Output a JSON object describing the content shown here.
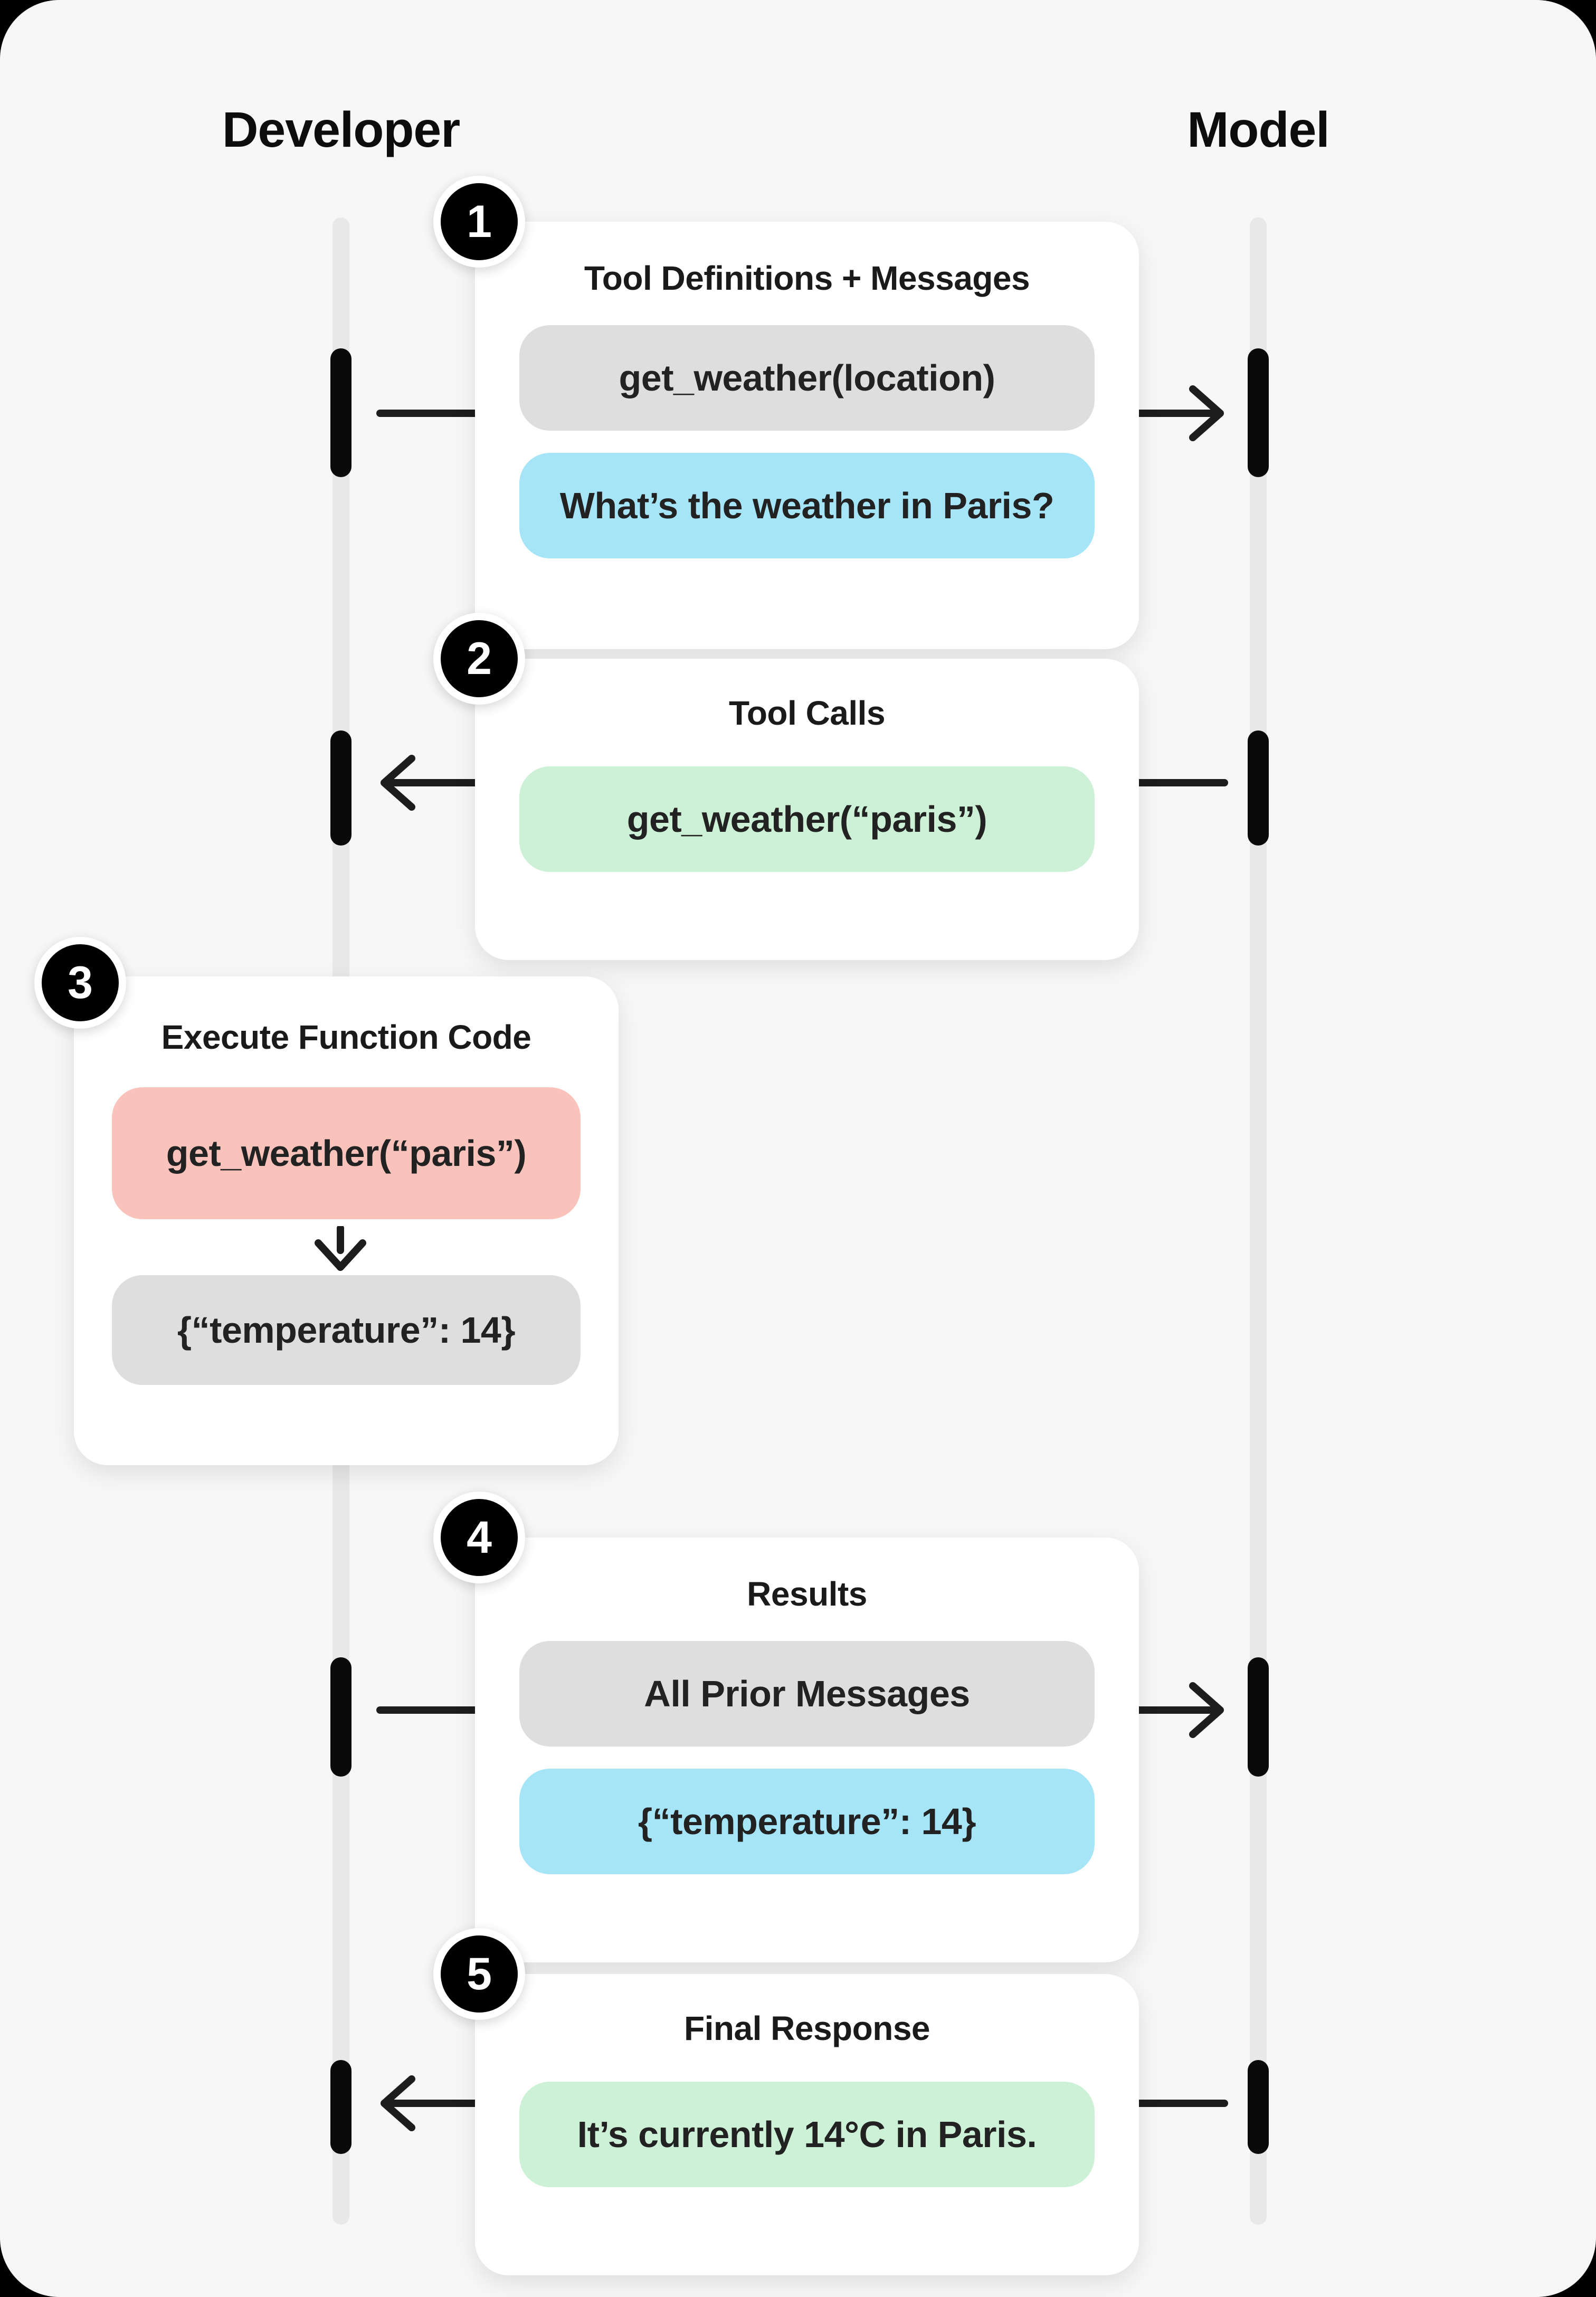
{
  "header": {
    "left_actor": "Developer",
    "right_actor": "Model"
  },
  "steps": [
    {
      "number": "1",
      "title": "Tool Definitions + Messages",
      "direction": "developer-to-model",
      "pills": [
        {
          "kind": "tool-definition",
          "text": "get_weather(location)",
          "color": "#dedede"
        },
        {
          "kind": "user-message",
          "text": "What’s the weather in Paris?",
          "color": "#a6e4f8"
        }
      ]
    },
    {
      "number": "2",
      "title": "Tool Calls",
      "direction": "model-to-developer",
      "pills": [
        {
          "kind": "tool-call",
          "text": "get_weather(“paris”)",
          "color": "#ccf1d6"
        }
      ]
    },
    {
      "number": "3",
      "title": "Execute Function Code",
      "direction": "internal-down-arrow",
      "pills": [
        {
          "kind": "function-invocation",
          "text": "get_weather(“paris”)",
          "color": "#f9c3bb"
        },
        {
          "kind": "function-result",
          "text": "{“temperature”: 14}",
          "color": "#dedede"
        }
      ]
    },
    {
      "number": "4",
      "title": "Results",
      "direction": "developer-to-model",
      "pills": [
        {
          "kind": "context",
          "text": "All Prior Messages",
          "color": "#dedede"
        },
        {
          "kind": "tool-result-message",
          "text": "{“temperature”: 14}",
          "color": "#a6e4f8"
        }
      ]
    },
    {
      "number": "5",
      "title": "Final Response",
      "direction": "model-to-developer",
      "pills": [
        {
          "kind": "assistant-message",
          "text": "It’s currently 14°C in Paris.",
          "color": "#ccf1d6"
        }
      ]
    }
  ],
  "colors": {
    "background": "#000000",
    "panel": "#f7f7f7",
    "lifeline": "#e8e8e8",
    "activation_bar": "#0a0a0a",
    "card": "#ffffff",
    "pill_gray": "#dedede",
    "pill_blue": "#a6e4f8",
    "pill_green": "#ccf1d6",
    "pill_red": "#f9c3bb",
    "arrow": "#1d1d1d"
  }
}
